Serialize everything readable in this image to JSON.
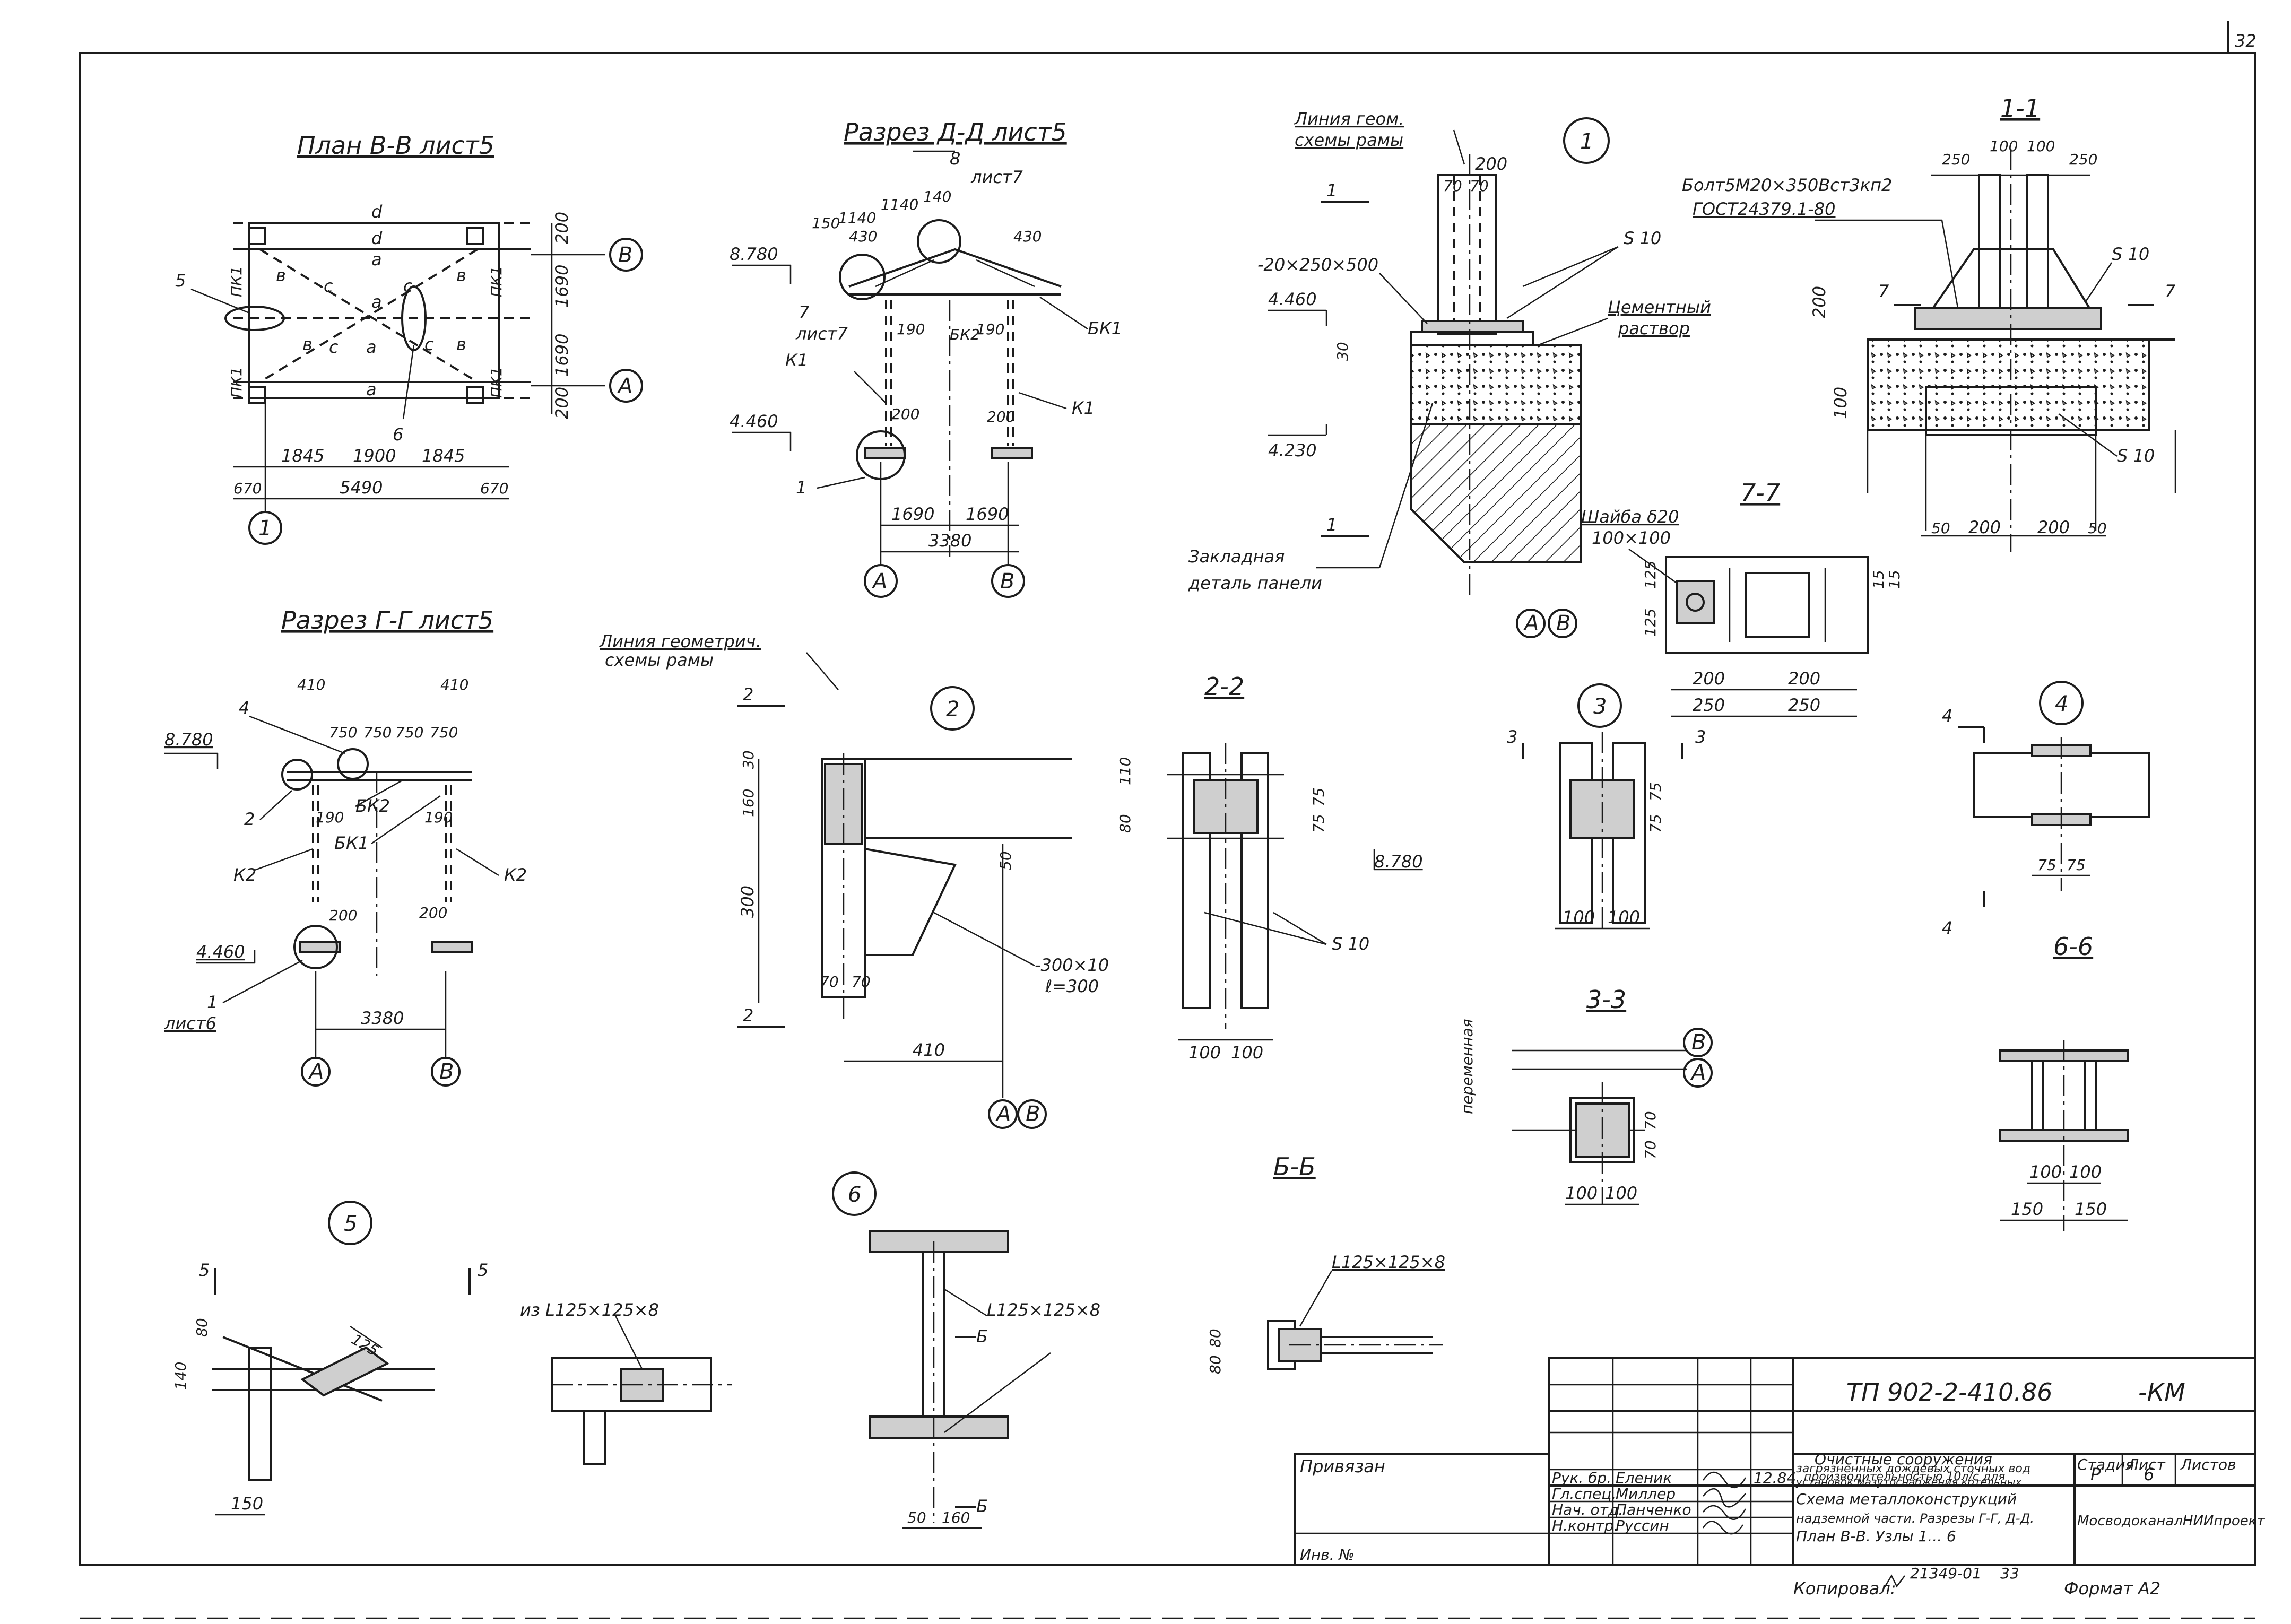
{
  "corner_number": "32",
  "views": {
    "plan_vv": {
      "title": "План В-В лист5",
      "labels": [
        "d",
        "d",
        "a",
        "a",
        "a",
        "a",
        "в",
        "в",
        "в",
        "в",
        "с",
        "с",
        "с",
        "с",
        "ПК1",
        "ПК1",
        "ПК1",
        "ПК1"
      ],
      "callouts": [
        "5",
        "6"
      ],
      "dims": [
        "200",
        "1690",
        "1690",
        "200",
        "1845",
        "1900",
        "1845",
        "670",
        "5490",
        "670"
      ],
      "axes": [
        "В",
        "А",
        "1"
      ]
    },
    "section_dd": {
      "title": "Разрез Д-Д лист5",
      "marks": [
        "8",
        "лист7",
        "7",
        "лист7",
        "1"
      ],
      "elev": [
        "8.780",
        "4.460"
      ],
      "members": [
        "БК1",
        "К1",
        "К1",
        "БК2"
      ],
      "dims": [
        "150",
        "1140",
        "1140",
        "140",
        "430",
        "430",
        "190",
        "190",
        "200",
        "200",
        "1690",
        "1690",
        "3380"
      ],
      "axes": [
        "А",
        "В"
      ]
    },
    "node1": {
      "number": "1",
      "notes": [
        "Линия геом.",
        "схемы рамы",
        "-20×250×500",
        "Цементный",
        "раствор",
        "Закладная",
        "деталь панели",
        "S 10"
      ],
      "elev": [
        "4.460",
        "4.230"
      ],
      "dims": [
        "200",
        "70",
        "70",
        "30"
      ],
      "cut": [
        "1",
        "1"
      ],
      "axes": [
        "А",
        "В"
      ]
    },
    "section_11": {
      "title": "1-1",
      "notes": [
        "Болт5М20×350Вст3кп2",
        "ГОСТ24379.1-80",
        "S 10",
        "S 10"
      ],
      "dims": [
        "250",
        "100",
        "100",
        "250",
        "200",
        "100",
        "50",
        "200",
        "200",
        "50"
      ],
      "cut": [
        "7",
        "7"
      ]
    },
    "section_77": {
      "title": "7-7",
      "notes": [
        "Шайба δ20",
        "100×100"
      ],
      "dims": [
        "125",
        "125",
        "15",
        "15",
        "200",
        "200",
        "250",
        "250"
      ]
    },
    "section_gg": {
      "title": "Разрез Г-Г лист5",
      "marks": [
        "4",
        "2",
        "1",
        "лист6"
      ],
      "elev": [
        "8.780",
        "4.460"
      ],
      "members": [
        "БК2",
        "БК1",
        "К2",
        "К2"
      ],
      "dims": [
        "410",
        "410",
        "750",
        "750",
        "750",
        "750",
        "190",
        "190",
        "200",
        "200",
        "3380"
      ],
      "axes": [
        "А",
        "В"
      ]
    },
    "node2": {
      "number": "2",
      "notes": [
        "Линия геометрич.",
        "схемы рамы",
        "-300×10",
        "ℓ=300"
      ],
      "dims": [
        "30",
        "160",
        "300",
        "50",
        "70",
        "70",
        "410"
      ],
      "cut": [
        "2",
        "2"
      ],
      "axes": [
        "А",
        "В"
      ]
    },
    "section_22": {
      "title": "2-2",
      "notes": [
        "S 10"
      ],
      "elev": [
        "8.780"
      ],
      "dims": [
        "110",
        "80",
        "75",
        "75",
        "100",
        "100"
      ]
    },
    "node3": {
      "number": "3",
      "cut": [
        "3",
        "3"
      ],
      "dims": [
        "75",
        "75",
        "100",
        "100"
      ]
    },
    "node4": {
      "number": "4",
      "cut": [
        "4",
        "4"
      ],
      "dims": [
        "75",
        "75"
      ]
    },
    "section_33": {
      "title": "3-3",
      "notes": [
        "переменная"
      ],
      "dims": [
        "70",
        "70",
        "100",
        "100"
      ],
      "axes": [
        "В",
        "А"
      ]
    },
    "section_66": {
      "title": "6-6",
      "dims": [
        "100",
        "100",
        "150",
        "150"
      ]
    },
    "node5": {
      "number": "5",
      "cut": [
        "5",
        "5"
      ],
      "notes": [
        "из L125×125×8"
      ],
      "dims": [
        "80",
        "140",
        "125",
        "150"
      ]
    },
    "node6": {
      "number": "6",
      "notes": [
        "L125×125×8"
      ],
      "cut": [
        "Б",
        "Б"
      ],
      "dims": [
        "50",
        "160"
      ]
    },
    "section_bb": {
      "title": "Б-Б",
      "notes": [
        "L125×125×8"
      ],
      "dims": [
        "80",
        "80"
      ]
    }
  },
  "stamp": {
    "code": "ТП 902-2-410.86",
    "suffix": "-КМ",
    "privyazan": "Привязан",
    "inv": "Инв. №",
    "roles": [
      "Рук. бр.",
      "Гл.спец.",
      "Нач. отд.",
      "Н.контр."
    ],
    "names": [
      "Еленик",
      "Миллер",
      "Панченко",
      "Руссин"
    ],
    "date": "12.84",
    "project_title": [
      "Очистные сооружения",
      "загрязненных дождевых сточных вод",
      "производительностью 10л/с для",
      "установок мазутоснабжения котельных"
    ],
    "sheet_title": [
      "Схема металлоконструкций",
      "надземной части. Разрезы Г-Г, Д-Д.",
      "План В-В. Узлы 1... 6"
    ],
    "hdr_stage": "Стадия",
    "hdr_sheet": "Лист",
    "hdr_sheets": "Листов",
    "stage": "Р",
    "sheet": "6",
    "org": "МосводоканалНИИпроект",
    "copied": "Копировал:",
    "copied_no": "21349-01",
    "copied_page": "33",
    "format": "Формат А2"
  }
}
